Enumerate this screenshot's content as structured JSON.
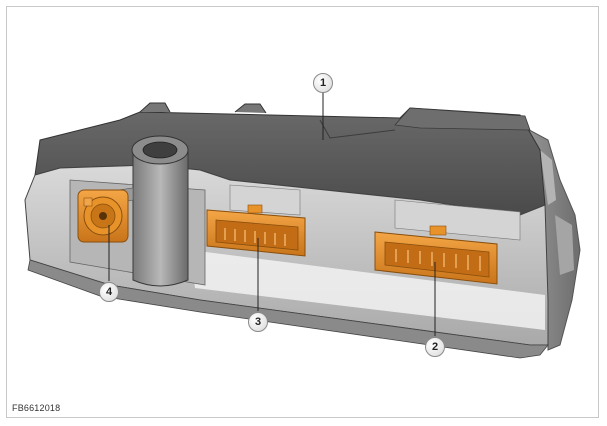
{
  "figure": {
    "reference_code": "FB6612018",
    "callouts": [
      {
        "label": "1",
        "part": "module-housing"
      },
      {
        "label": "2",
        "part": "connector-large"
      },
      {
        "label": "3",
        "part": "connector-medium"
      },
      {
        "label": "4",
        "part": "coaxial-connector"
      }
    ]
  },
  "colors": {
    "housing_top": "#5d5d5d",
    "housing_side": "#8e8e8e",
    "housing_front": "#c9c9c9",
    "connector_orange": "#e8932a",
    "leader_line": "#222222"
  }
}
